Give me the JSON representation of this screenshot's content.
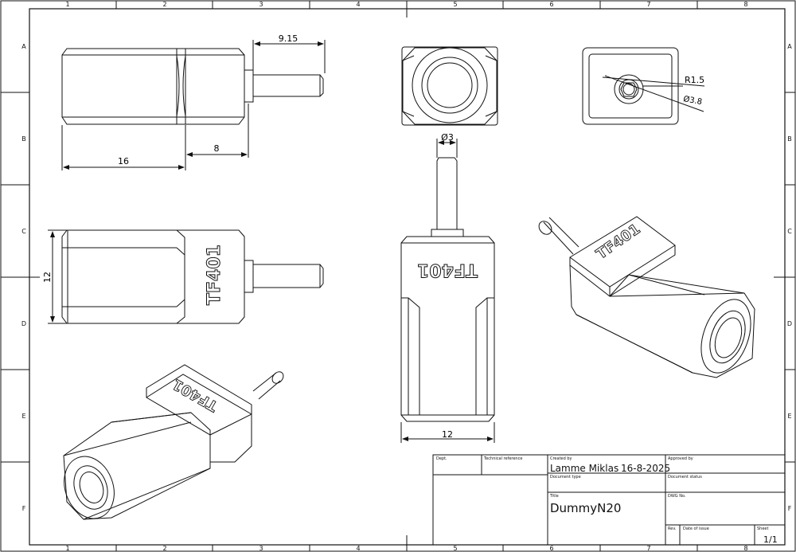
{
  "grid": {
    "columns": [
      "1",
      "2",
      "3",
      "4",
      "5",
      "6",
      "7",
      "8"
    ],
    "rows": [
      "A",
      "B",
      "C",
      "D",
      "E",
      "F"
    ]
  },
  "dimensions": {
    "top_view_length": "9.15",
    "top_view_body": "16",
    "top_view_pin": "8",
    "front_view_height": "12",
    "pin_diameter": "Ø3",
    "side_view_width": "12",
    "end_view_radius": "R1.5",
    "end_view_diameter": "Ø3.8"
  },
  "engraving": "TF401",
  "title_block": {
    "dept_label": "Dept.",
    "techref_label": "Technical reference",
    "created_label": "Created by",
    "created_value": "Lamme Miklas",
    "created_date": "16-8-2025",
    "approved_label": "Approved by",
    "doctype_label": "Document type",
    "docstatus_label": "Document status",
    "title_label": "Title",
    "title_value": "DummyN20",
    "dwg_label": "DWG No.",
    "rev_label": "Rev.",
    "date_issue_label": "Date of issue",
    "sheet_label": "Sheet",
    "sheet_value": "1/1"
  }
}
